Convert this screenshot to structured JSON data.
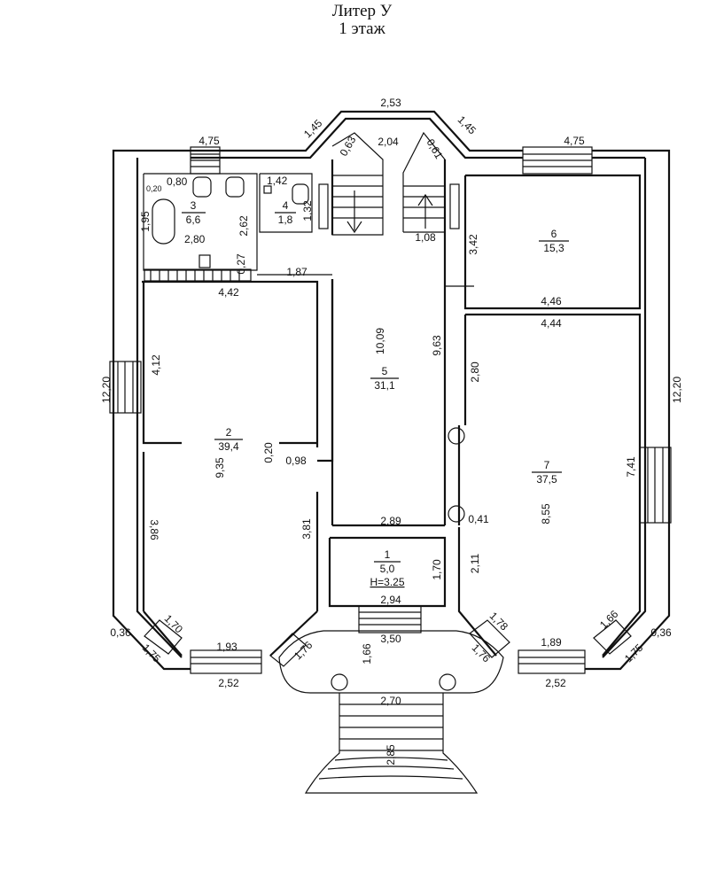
{
  "header": {
    "title": "Литер У",
    "subtitle": "1 этаж"
  },
  "rooms": [
    {
      "num": "1",
      "area": "5,0",
      "height": "H=3.25"
    },
    {
      "num": "2",
      "area": "39,4"
    },
    {
      "num": "3",
      "area": "6,6"
    },
    {
      "num": "4",
      "area": "1,8"
    },
    {
      "num": "5",
      "area": "31,1"
    },
    {
      "num": "6",
      "area": "15,3"
    },
    {
      "num": "7",
      "area": "37,5"
    }
  ],
  "dims": {
    "top_2_53": "2,53",
    "left_1_45": "1,45",
    "right_1_45": "1,45",
    "d_2_04": "2,04",
    "d_0_63": "0,63",
    "d_0_61": "0,61",
    "left_4_75": "4,75",
    "right_4_75": "4,75",
    "d_0_80": "0,80",
    "d_0_20a": "0,20",
    "d_1_95": "1,95",
    "d_2_62": "2,62",
    "d_2_80": "2,80",
    "d_0_27": "0,27",
    "d_1_42": "1,42",
    "d_1_32": "1,32",
    "d_1_08": "1,08",
    "d_3_42": "3,42",
    "d_1_87": "1,87",
    "d_4_42": "4,42",
    "d_4_46": "4,46",
    "d_4_44": "4,44",
    "d_10_09": "10,09",
    "d_9_63": "9,63",
    "d_2_80b": "2,80",
    "d_12_20l": "12,20",
    "d_12_20r": "12,20",
    "d_4_12": "4,12",
    "d_9_35": "9,35",
    "d_0_20b": "0,20",
    "d_0_98": "0,98",
    "d_7_41": "7,41",
    "d_8_55": "8,55",
    "d_0_41": "0,41",
    "d_3_86": "3,86",
    "d_3_81": "3,81",
    "d_2_89": "2,89",
    "d_1_70a": "1,70",
    "d_2_11": "2,11",
    "d_2_94": "2,94",
    "d_1_70b": "1,70",
    "d_1_93": "1,93",
    "d_0_36l": "0,36",
    "d_1_75l": "1,75",
    "d_1_76l": "1,76",
    "d_2_52l": "2,52",
    "d_3_50": "3,50",
    "d_1_66a": "1,66",
    "d_1_76r": "1,76",
    "d_1_78": "1,78",
    "d_1_89": "1,89",
    "d_1_66b": "1,66",
    "d_0_36r": "0,36",
    "d_1_75r": "1,75",
    "d_2_52r": "2,52",
    "d_2_70": "2,70",
    "d_2_85": "2,85"
  }
}
